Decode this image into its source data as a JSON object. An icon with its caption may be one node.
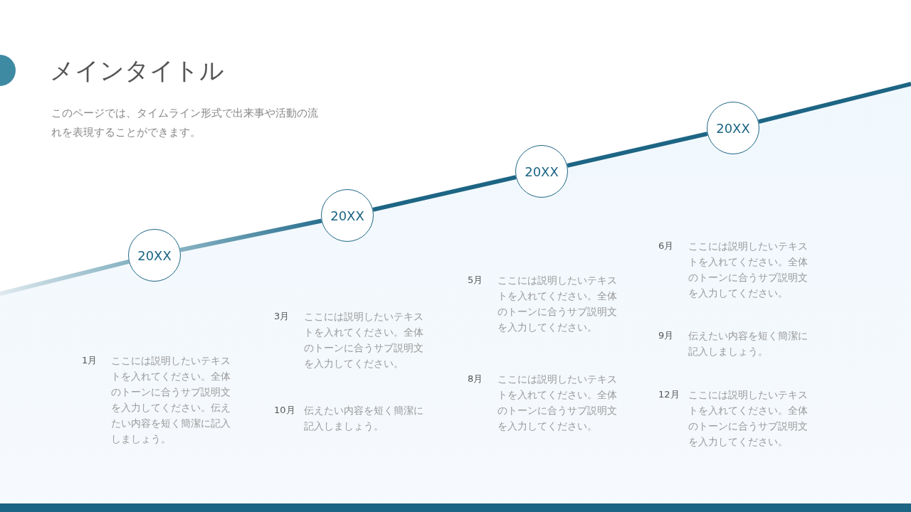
{
  "diagram": {
    "title": "メインタイトル",
    "caption": "このページでは、タイムライン形式で出来事や活動の流れを表現することができます。",
    "nodes": [
      {
        "text": [
          "20XX"
        ]
      },
      {
        "text": [
          "20XX"
        ]
      },
      {
        "text": [
          "20XX"
        ]
      },
      {
        "text": [
          "20XX"
        ]
      }
    ],
    "edges": [
      {
        "from": null,
        "to": 0,
        "arrow": "none"
      },
      {
        "from": 0,
        "to": 1,
        "arrow": "none"
      },
      {
        "from": 1,
        "to": 2,
        "arrow": "none"
      },
      {
        "from": 2,
        "to": 3,
        "arrow": "none"
      },
      {
        "from": 3,
        "to": null,
        "arrow": "none"
      }
    ],
    "labels": [
      "1月",
      "ここには説明したいテキストを入れてください。全体のトーンに合うサブ説明文を入力してください。伝えたい内容を短く簡潔に記入しましょう。",
      "3月",
      "ここには説明したいテキストを入れてください。全体のトーンに合うサブ説明文を入力してください。",
      "10月",
      "伝えたい内容を短く簡潔に記入しましょう。",
      "5月",
      "ここには説明したいテキストを入れてください。全体のトーンに合うサブ説明文を入力してください。",
      "8月",
      "ここには説明したいテキストを入れてください。全体のトーンに合うサブ説明文を入力してください。",
      "6月",
      "ここには説明したいテキストを入れてください。全体のトーンに合うサブ説明文を入力してください。",
      "9月",
      "伝えたい内容を短く簡潔に記入しましょう。",
      "12月",
      "ここには説明したいテキストを入れてください。全体のトーンに合うサブ説明文を入力してください。"
    ]
  }
}
